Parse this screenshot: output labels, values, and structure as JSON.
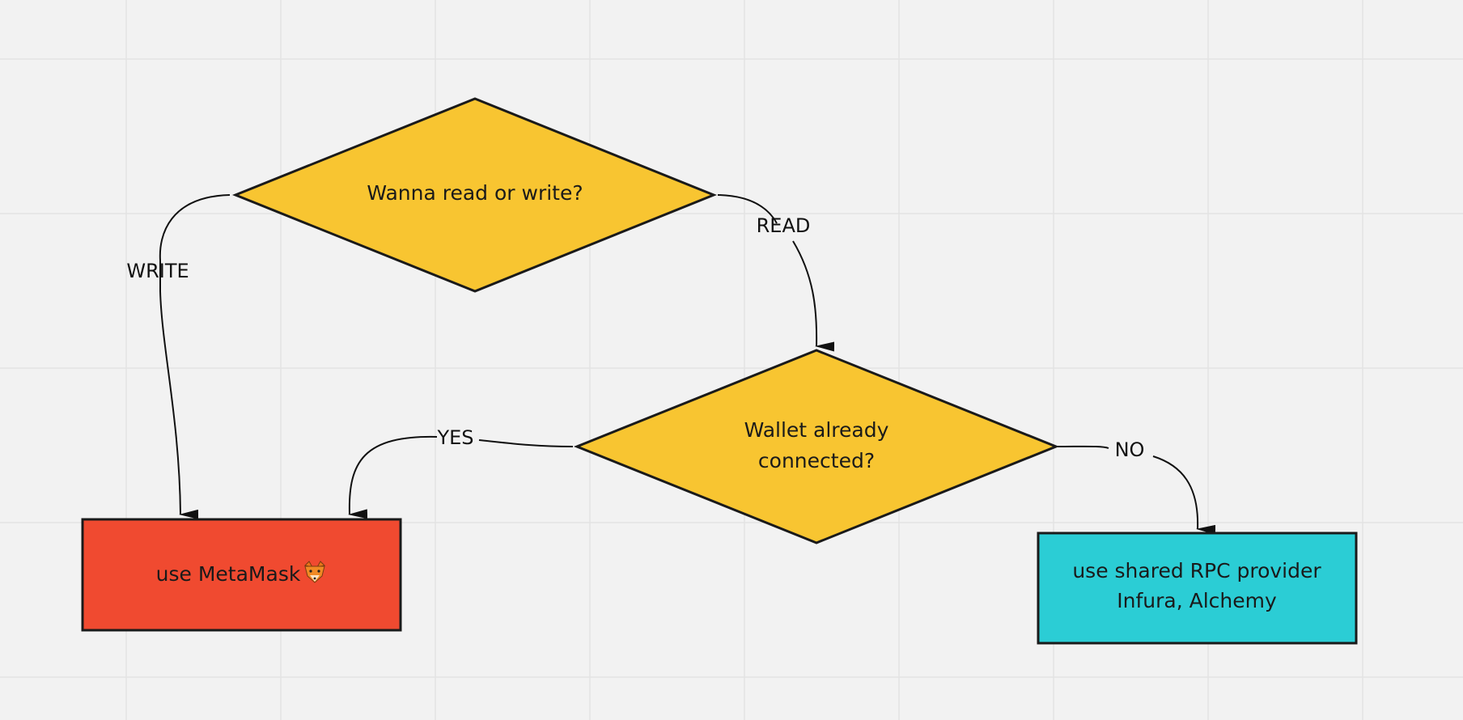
{
  "colors": {
    "background": "#f2f2f2",
    "grid": "#e3e3e3",
    "decision_fill": "#f8c531",
    "metamask_fill": "#f04a30",
    "rpc_fill": "#2bcdd5",
    "stroke": "#1a1a1a"
  },
  "nodes": {
    "decision_read_write": {
      "text": "Wanna read or write?"
    },
    "decision_wallet": {
      "line1": "Wallet already",
      "line2": "connected?"
    },
    "metamask": {
      "text": "use MetaMask",
      "icon": "fox-icon"
    },
    "rpc": {
      "line1": "use shared RPC provider",
      "line2": "Infura, Alchemy"
    }
  },
  "edges": {
    "write": "WRITE",
    "read": "READ",
    "yes": "YES",
    "no": "NO"
  }
}
